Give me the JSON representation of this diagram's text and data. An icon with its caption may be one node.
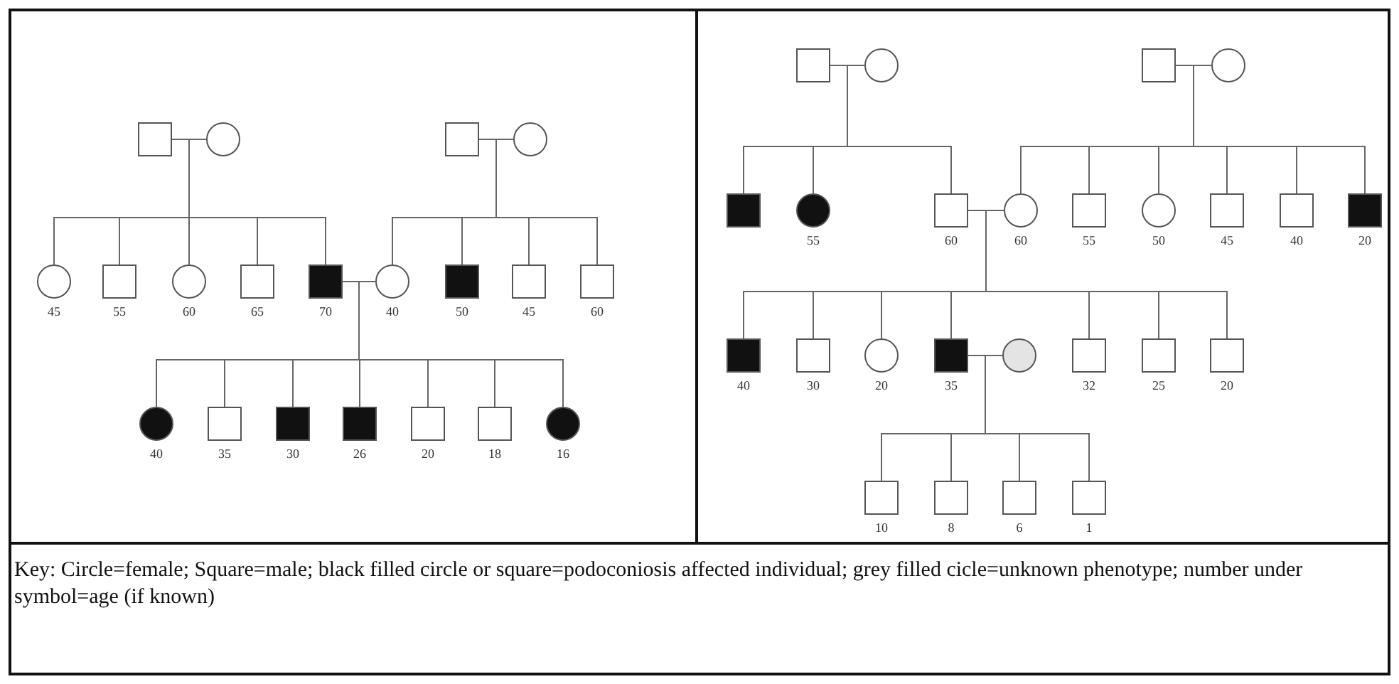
{
  "diagram": {
    "nodes": [
      {
        "text": [],
        "shape": "box"
      },
      {
        "text": [],
        "shape": "circle"
      },
      {
        "text": [],
        "shape": "box"
      },
      {
        "text": [],
        "shape": "circle"
      },
      {
        "text": [],
        "shape": "circle",
        "beside": [
          "45"
        ]
      },
      {
        "text": [],
        "shape": "box",
        "beside": [
          "55"
        ]
      },
      {
        "text": [],
        "shape": "circle",
        "beside": [
          "60"
        ]
      },
      {
        "text": [],
        "shape": "box",
        "beside": [
          "65"
        ]
      },
      {
        "text": [],
        "shape": "box",
        "beside": [
          "70"
        ]
      },
      {
        "text": [],
        "shape": "circle",
        "beside": [
          "40"
        ]
      },
      {
        "text": [],
        "shape": "box",
        "beside": [
          "50"
        ]
      },
      {
        "text": [],
        "shape": "box",
        "beside": [
          "45"
        ]
      },
      {
        "text": [],
        "shape": "box",
        "beside": [
          "60"
        ]
      },
      {
        "text": [],
        "shape": "circle",
        "beside": [
          "40"
        ]
      },
      {
        "text": [],
        "shape": "box",
        "beside": [
          "35"
        ]
      },
      {
        "text": [],
        "shape": "box",
        "beside": [
          "30"
        ]
      },
      {
        "text": [],
        "shape": "box",
        "beside": [
          "26"
        ]
      },
      {
        "text": [],
        "shape": "box",
        "beside": [
          "20"
        ]
      },
      {
        "text": [],
        "shape": "box",
        "beside": [
          "18"
        ]
      },
      {
        "text": [],
        "shape": "circle",
        "beside": [
          "16"
        ]
      },
      {
        "text": [],
        "shape": "box"
      },
      {
        "text": [],
        "shape": "circle"
      },
      {
        "text": [],
        "shape": "box"
      },
      {
        "text": [],
        "shape": "circle"
      },
      {
        "text": [],
        "shape": "box"
      },
      {
        "text": [],
        "shape": "circle",
        "beside": [
          "55"
        ]
      },
      {
        "text": [],
        "shape": "box",
        "beside": [
          "60"
        ]
      },
      {
        "text": [],
        "shape": "circle",
        "beside": [
          "60"
        ]
      },
      {
        "text": [],
        "shape": "box",
        "beside": [
          "55"
        ]
      },
      {
        "text": [],
        "shape": "circle",
        "beside": [
          "50"
        ]
      },
      {
        "text": [],
        "shape": "box",
        "beside": [
          "45"
        ]
      },
      {
        "text": [],
        "shape": "box",
        "beside": [
          "40"
        ]
      },
      {
        "text": [],
        "shape": "box",
        "beside": [
          "20"
        ]
      },
      {
        "text": [],
        "shape": "box",
        "beside": [
          "40"
        ]
      },
      {
        "text": [],
        "shape": "box",
        "beside": [
          "30"
        ]
      },
      {
        "text": [],
        "shape": "circle",
        "beside": [
          "20"
        ]
      },
      {
        "text": [],
        "shape": "box",
        "beside": [
          "35"
        ]
      },
      {
        "text": [],
        "shape": "circle"
      },
      {
        "text": [],
        "shape": "box",
        "beside": [
          "32"
        ]
      },
      {
        "text": [],
        "shape": "box",
        "beside": [
          "25"
        ]
      },
      {
        "text": [],
        "shape": "box",
        "beside": [
          "20"
        ]
      },
      {
        "text": [],
        "shape": "box",
        "beside": [
          "10"
        ]
      },
      {
        "text": [],
        "shape": "box",
        "beside": [
          "8"
        ]
      },
      {
        "text": [],
        "shape": "box",
        "beside": [
          "6"
        ]
      },
      {
        "text": [],
        "shape": "box",
        "beside": [
          "1"
        ]
      }
    ],
    "edges": [
      {
        "from": 0,
        "to": 1,
        "arrow": "none"
      },
      {
        "from": 2,
        "to": 3,
        "arrow": "none"
      },
      {
        "from": 8,
        "to": 9,
        "arrow": "none"
      },
      {
        "from": 20,
        "to": 21,
        "arrow": "none"
      },
      {
        "from": 22,
        "to": 23,
        "arrow": "none"
      },
      {
        "from": 26,
        "to": 27,
        "arrow": "none"
      },
      {
        "from": 36,
        "to": 37,
        "arrow": "none"
      },
      {
        "from": 0,
        "to": 4,
        "arrow": "none"
      },
      {
        "from": 1,
        "to": 4,
        "arrow": "none"
      },
      {
        "from": 0,
        "to": 5,
        "arrow": "none"
      },
      {
        "from": 1,
        "to": 5,
        "arrow": "none"
      },
      {
        "from": 0,
        "to": 6,
        "arrow": "none"
      },
      {
        "from": 1,
        "to": 6,
        "arrow": "none"
      },
      {
        "from": 0,
        "to": 7,
        "arrow": "none"
      },
      {
        "from": 1,
        "to": 7,
        "arrow": "none"
      },
      {
        "from": 0,
        "to": 8,
        "arrow": "none"
      },
      {
        "from": 1,
        "to": 8,
        "arrow": "none"
      },
      {
        "from": 2,
        "to": 9,
        "arrow": "none"
      },
      {
        "from": 3,
        "to": 9,
        "arrow": "none"
      },
      {
        "from": 2,
        "to": 10,
        "arrow": "none"
      },
      {
        "from": 3,
        "to": 10,
        "arrow": "none"
      },
      {
        "from": 2,
        "to": 11,
        "arrow": "none"
      },
      {
        "from": 3,
        "to": 11,
        "arrow": "none"
      },
      {
        "from": 2,
        "to": 12,
        "arrow": "none"
      },
      {
        "from": 3,
        "to": 12,
        "arrow": "none"
      },
      {
        "from": 8,
        "to": 13,
        "arrow": "none"
      },
      {
        "from": 9,
        "to": 13,
        "arrow": "none"
      },
      {
        "from": 8,
        "to": 14,
        "arrow": "none"
      },
      {
        "from": 9,
        "to": 14,
        "arrow": "none"
      },
      {
        "from": 8,
        "to": 15,
        "arrow": "none"
      },
      {
        "from": 9,
        "to": 15,
        "arrow": "none"
      },
      {
        "from": 8,
        "to": 16,
        "arrow": "none"
      },
      {
        "from": 9,
        "to": 16,
        "arrow": "none"
      },
      {
        "from": 8,
        "to": 17,
        "arrow": "none"
      },
      {
        "from": 9,
        "to": 17,
        "arrow": "none"
      },
      {
        "from": 8,
        "to": 18,
        "arrow": "none"
      },
      {
        "from": 9,
        "to": 18,
        "arrow": "none"
      },
      {
        "from": 8,
        "to": 19,
        "arrow": "none"
      },
      {
        "from": 9,
        "to": 19,
        "arrow": "none"
      },
      {
        "from": 20,
        "to": 24,
        "arrow": "none"
      },
      {
        "from": 21,
        "to": 24,
        "arrow": "none"
      },
      {
        "from": 20,
        "to": 25,
        "arrow": "none"
      },
      {
        "from": 21,
        "to": 25,
        "arrow": "none"
      },
      {
        "from": 20,
        "to": 26,
        "arrow": "none"
      },
      {
        "from": 21,
        "to": 26,
        "arrow": "none"
      },
      {
        "from": 22,
        "to": 27,
        "arrow": "none"
      },
      {
        "from": 23,
        "to": 27,
        "arrow": "none"
      },
      {
        "from": 22,
        "to": 28,
        "arrow": "none"
      },
      {
        "from": 23,
        "to": 28,
        "arrow": "none"
      },
      {
        "from": 22,
        "to": 29,
        "arrow": "none"
      },
      {
        "from": 23,
        "to": 29,
        "arrow": "none"
      },
      {
        "from": 22,
        "to": 30,
        "arrow": "none"
      },
      {
        "from": 23,
        "to": 30,
        "arrow": "none"
      },
      {
        "from": 22,
        "to": 31,
        "arrow": "none"
      },
      {
        "from": 23,
        "to": 31,
        "arrow": "none"
      },
      {
        "from": 22,
        "to": 32,
        "arrow": "none"
      },
      {
        "from": 23,
        "to": 32,
        "arrow": "none"
      },
      {
        "from": 26,
        "to": 33,
        "arrow": "none"
      },
      {
        "from": 27,
        "to": 33,
        "arrow": "none"
      },
      {
        "from": 26,
        "to": 34,
        "arrow": "none"
      },
      {
        "from": 27,
        "to": 34,
        "arrow": "none"
      },
      {
        "from": 26,
        "to": 35,
        "arrow": "none"
      },
      {
        "from": 27,
        "to": 35,
        "arrow": "none"
      },
      {
        "from": 26,
        "to": 36,
        "arrow": "none"
      },
      {
        "from": 27,
        "to": 36,
        "arrow": "none"
      },
      {
        "from": 26,
        "to": 38,
        "arrow": "none"
      },
      {
        "from": 27,
        "to": 38,
        "arrow": "none"
      },
      {
        "from": 26,
        "to": 39,
        "arrow": "none"
      },
      {
        "from": 27,
        "to": 39,
        "arrow": "none"
      },
      {
        "from": 26,
        "to": 40,
        "arrow": "none"
      },
      {
        "from": 27,
        "to": 40,
        "arrow": "none"
      },
      {
        "from": 36,
        "to": 41,
        "arrow": "none"
      },
      {
        "from": 37,
        "to": 41,
        "arrow": "none"
      },
      {
        "from": 36,
        "to": 42,
        "arrow": "none"
      },
      {
        "from": 37,
        "to": 42,
        "arrow": "none"
      },
      {
        "from": 36,
        "to": 43,
        "arrow": "none"
      },
      {
        "from": 37,
        "to": 43,
        "arrow": "none"
      },
      {
        "from": 36,
        "to": 44,
        "arrow": "none"
      },
      {
        "from": 37,
        "to": 44,
        "arrow": "none"
      }
    ],
    "labels": [
      "Key: Circle=female; Square=male; black filled circle or square=podoconiosis affected individual; grey filled cicle=unknown phenotype; number under symbol=age (if known)"
    ]
  }
}
